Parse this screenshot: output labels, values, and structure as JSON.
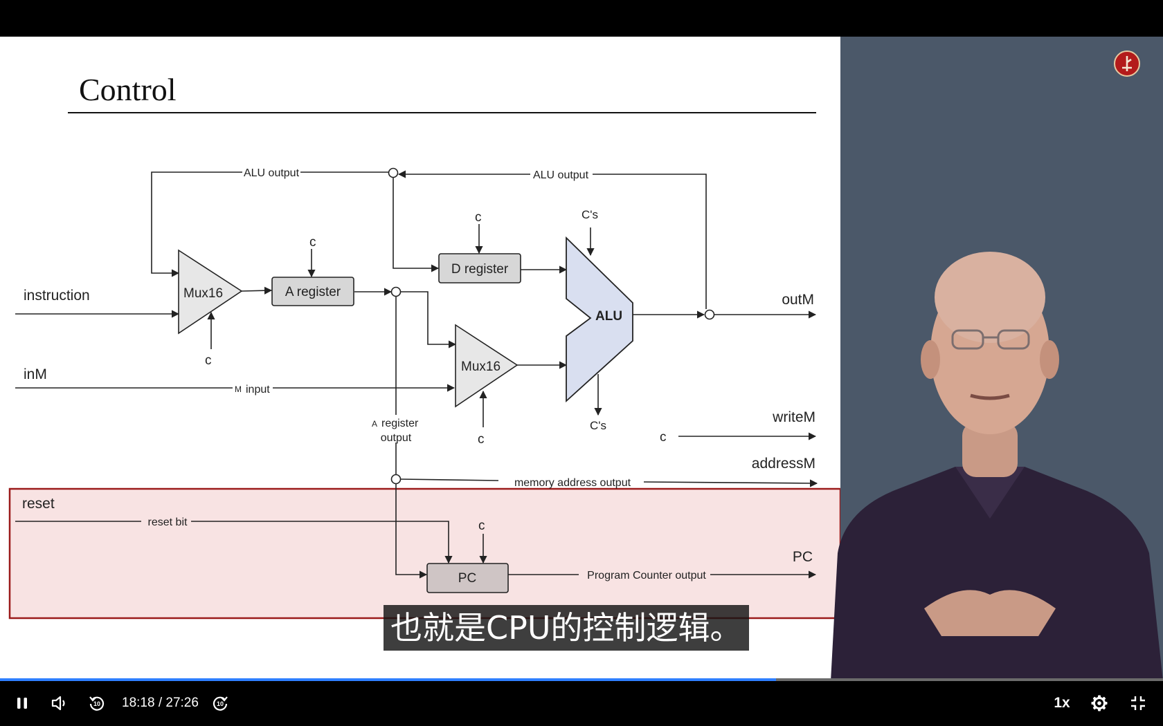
{
  "slide": {
    "title": "Control",
    "labels": {
      "alu_output_left": "ALU output",
      "alu_output_right": "ALU output",
      "c_a_register": "c",
      "c_d_register": "c",
      "c_mux1": "c",
      "c_mux2": "c",
      "c_pc": "c",
      "c_write": "c",
      "cs_top": "C's",
      "cs_bottom": "C's",
      "instruction": "instruction",
      "inM": "inM",
      "m_input_prefix": "M",
      "m_input": "input",
      "a_register_output_prefix": "A",
      "a_register_output_1": "register",
      "a_register_output_2": "output",
      "outM": "outM",
      "writeM": "writeM",
      "addressM": "addressM",
      "memory_address_output": "memory address output",
      "reset": "reset",
      "reset_bit": "reset bit",
      "program_counter_output": "Program Counter output",
      "pc_out": "PC"
    },
    "blocks": {
      "mux_1": "Mux16",
      "mux_2": "Mux16",
      "a_register": "A register",
      "d_register": "D register",
      "alu": "ALU",
      "pc": "PC"
    },
    "highlight_color": "#f8e3e3",
    "highlight_border": "#9b1a1a"
  },
  "subtitle": "也就是CPU的控制逻辑。",
  "player": {
    "current_time": "18:18",
    "separator": " / ",
    "duration": "27:26",
    "speed": "1x",
    "progress": 0.667,
    "accent_color": "#2f7fff",
    "icons": [
      "pause-icon",
      "volume-icon",
      "rewind-10-icon",
      "forward-10-icon",
      "settings-gear-icon",
      "fullscreen-exit-icon"
    ]
  }
}
